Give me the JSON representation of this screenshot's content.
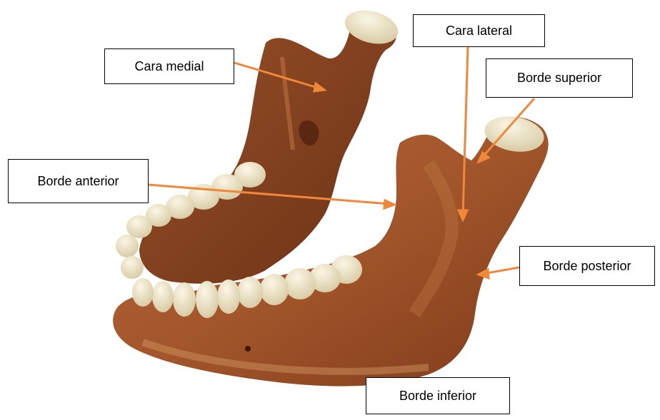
{
  "labels": {
    "cara_medial": "Cara medial",
    "cara_lateral": "Cara lateral",
    "borde_superior": "Borde superior",
    "borde_anterior": "Borde anterior",
    "borde_posterior": "Borde posterior",
    "borde_inferior": "Borde inferior"
  },
  "colors": {
    "bone": "#a3562b",
    "bone_dark": "#6e3417",
    "bone_light": "#c47a44",
    "tooth": "#e9dfc4",
    "arrow": "#f0883a",
    "box_border": "#000000"
  }
}
